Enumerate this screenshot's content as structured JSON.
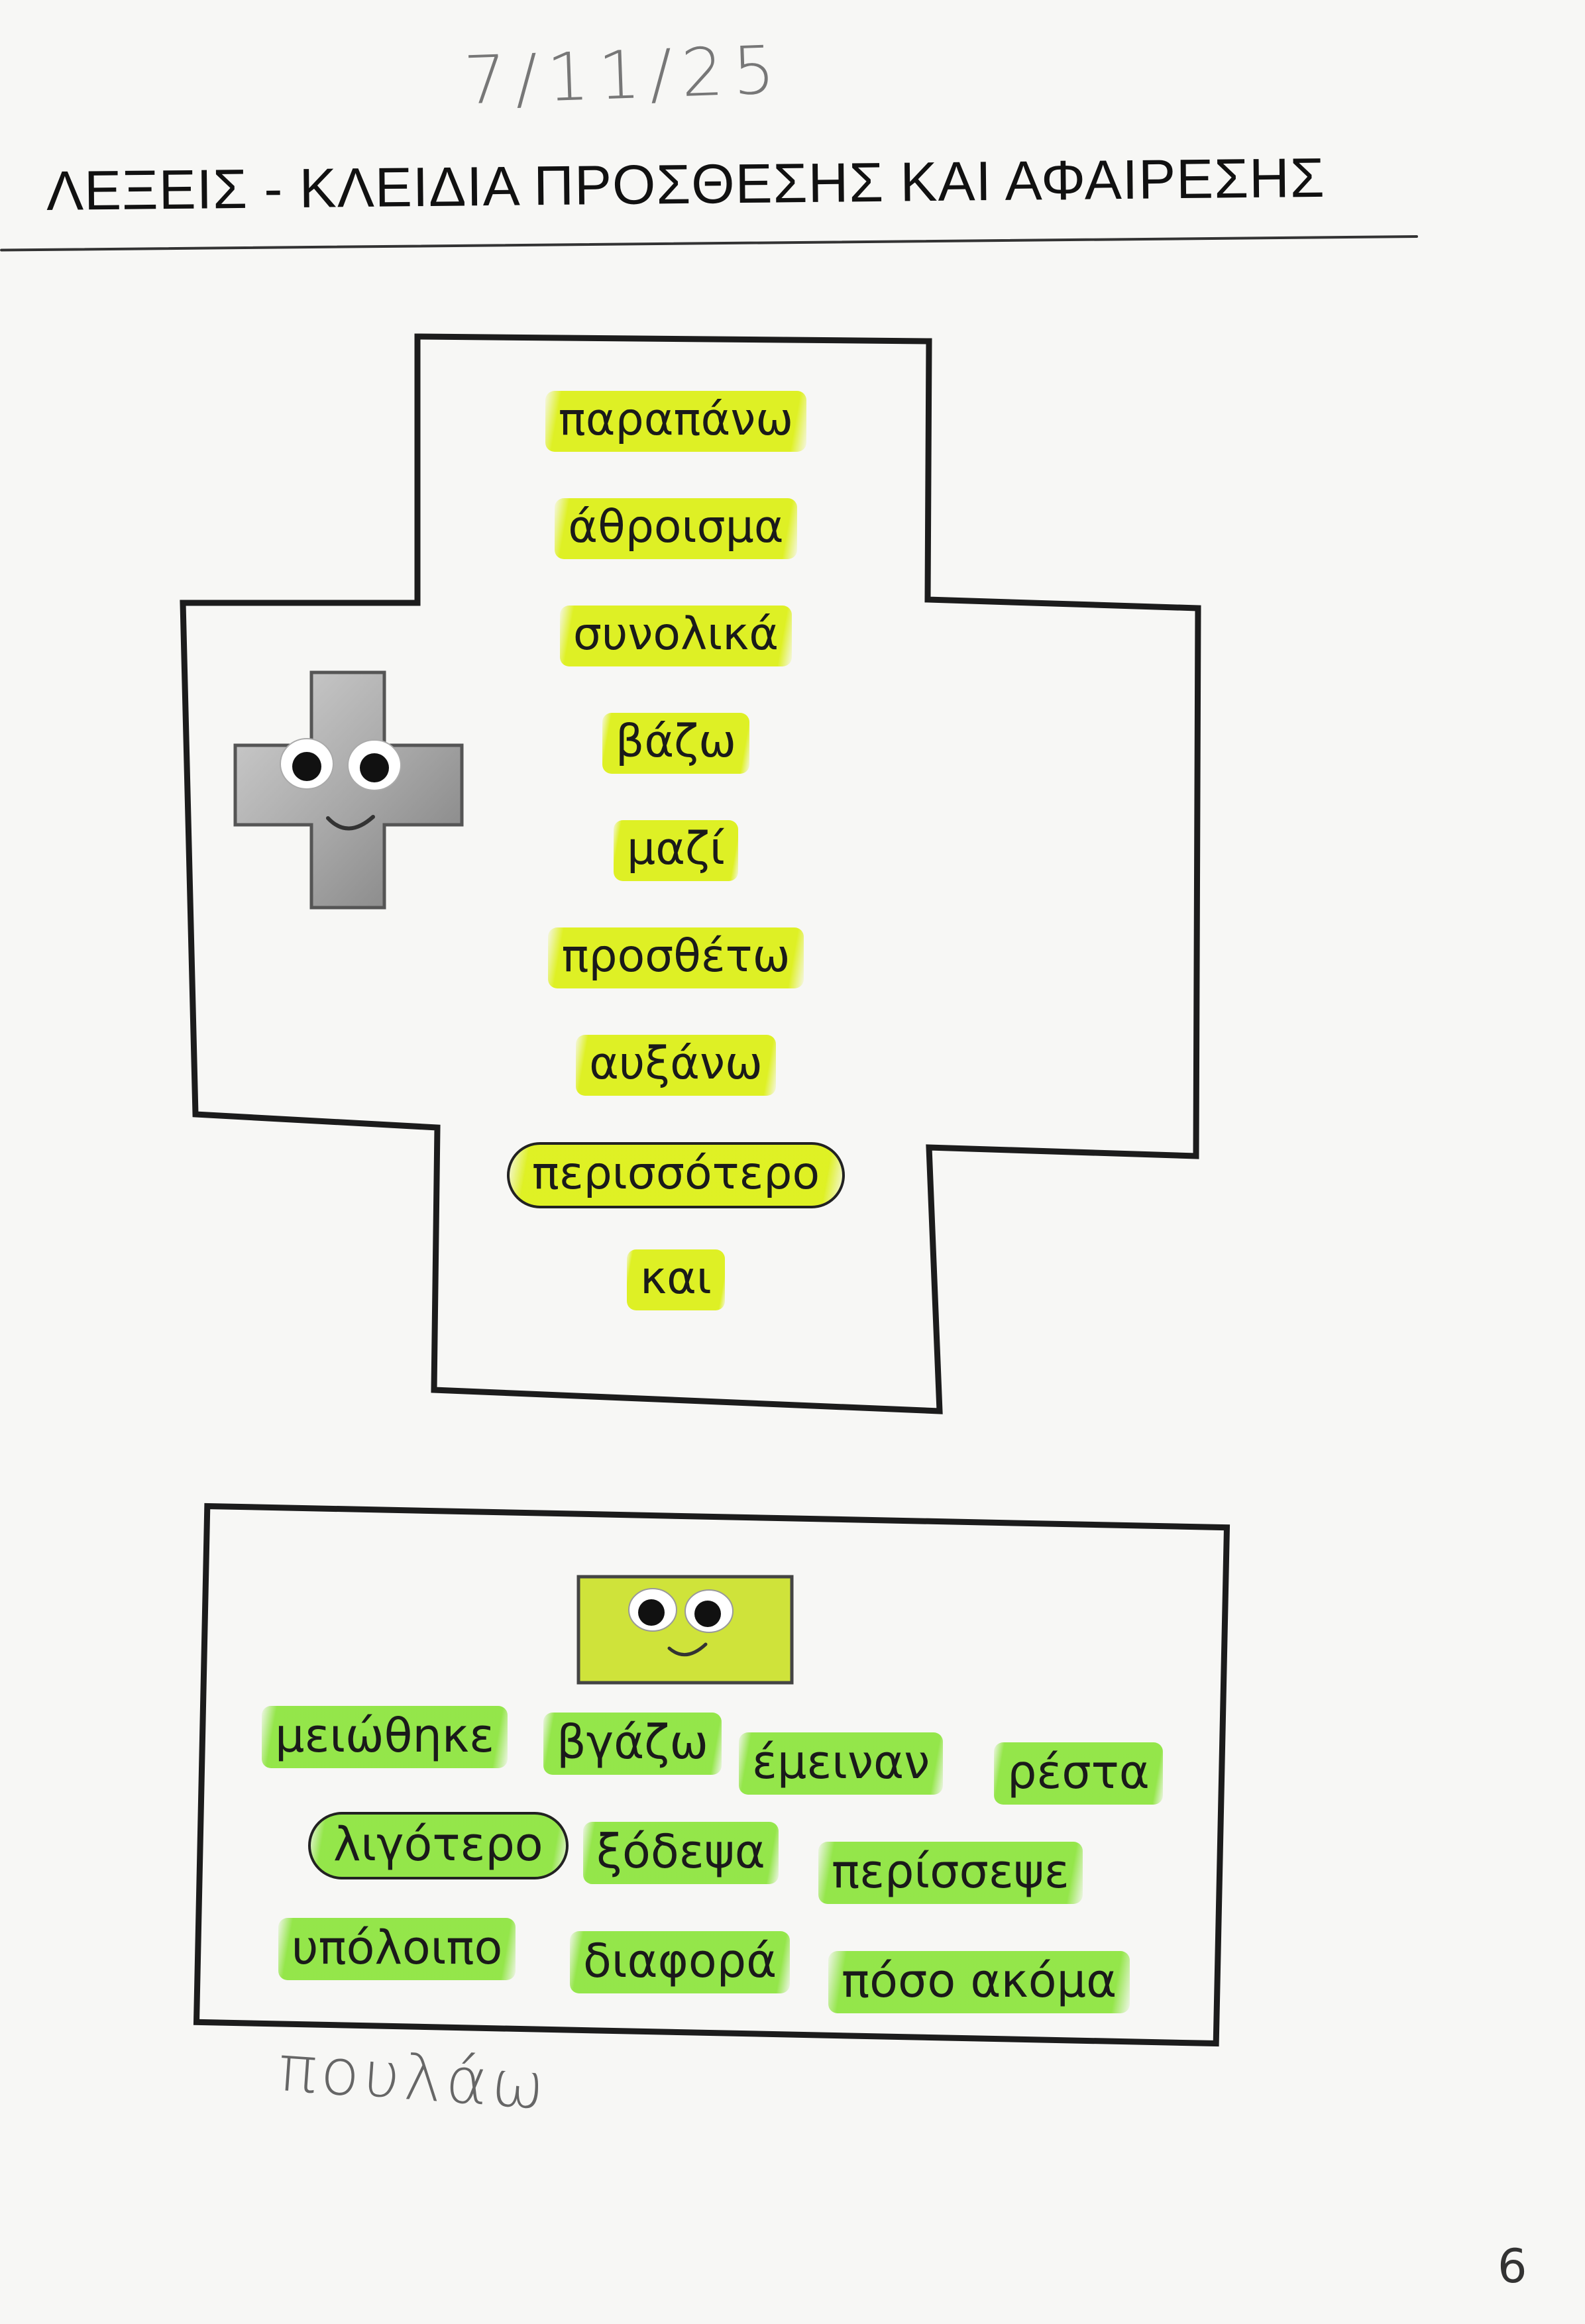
{
  "handwritten_date": "7/11/25",
  "title": "ΛΕΞΕΙΣ - ΚΛΕΙΔΙΑ ΠΡΟΣΘΕΣΗΣ ΚΑΙ ΑΦΑΙΡΕΣΗΣ",
  "addition": {
    "icon": "smiling-plus-icon",
    "words": [
      "παραπάνω",
      "άθροισμα",
      "συνολικά",
      "βάζω",
      "μαζί",
      "προσθέτω",
      "αυξάνω",
      "περισσότερο",
      "και"
    ],
    "circled_word": "περισσότερο"
  },
  "subtraction": {
    "icon": "smiling-minus-icon",
    "rows": [
      [
        "μειώθηκε",
        "βγάζω",
        "έμειναν",
        "ρέστα"
      ],
      [
        "λιγότερο",
        "ξόδεψα",
        "περίσσεψε"
      ],
      [
        "υπόλοιπο",
        "διαφορά",
        "πόσο ακόμα"
      ]
    ],
    "circled_word": "λιγότερο"
  },
  "handwritten_note": "πουλάω",
  "page_number": "6",
  "colors": {
    "highlight_yellow": "#ddf01a",
    "highlight_green": "#8ce43c",
    "minus_icon_fill": "#cfe33a",
    "plus_icon_fill": "#a8a8a8"
  }
}
